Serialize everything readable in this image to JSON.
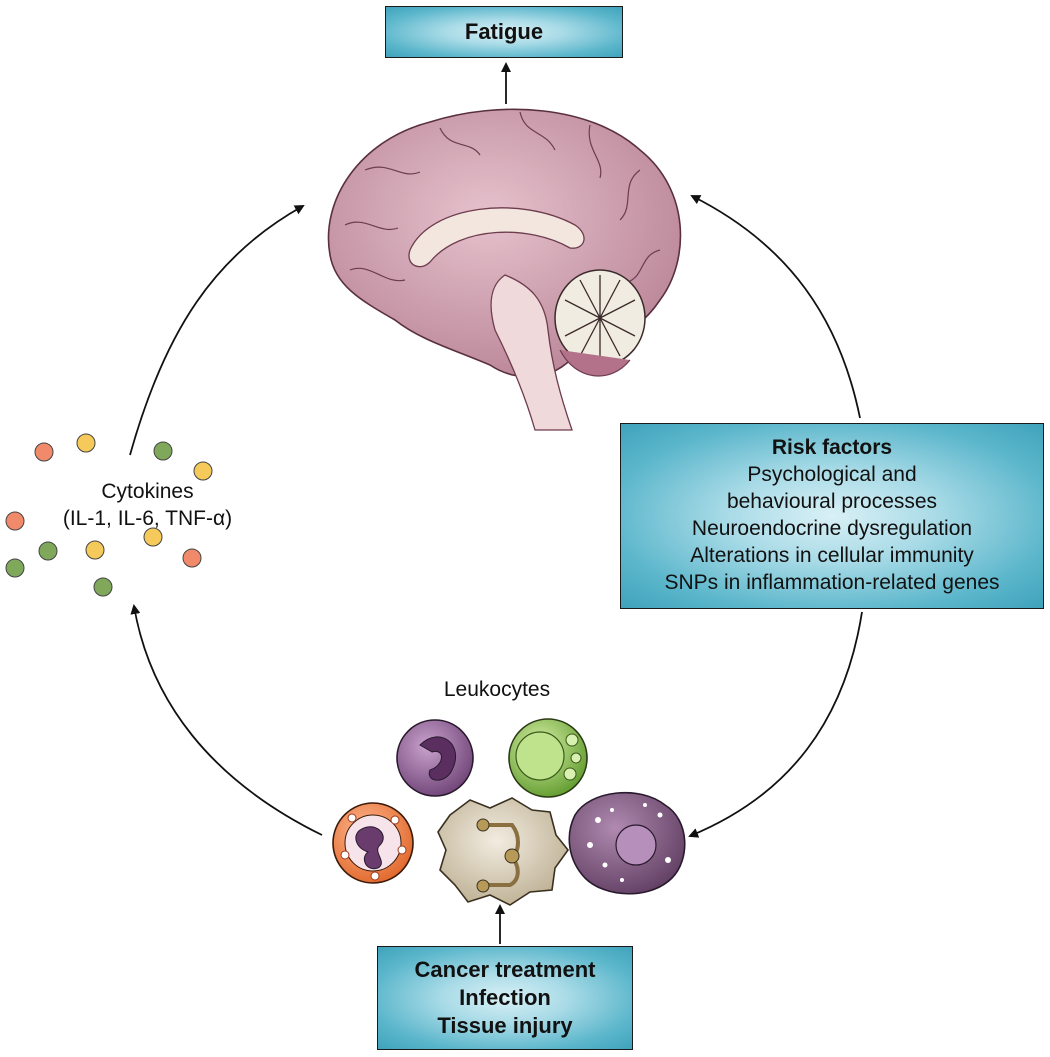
{
  "fatigue": {
    "label": "Fatigue"
  },
  "risk_factors": {
    "title": "Risk factors",
    "items": [
      "Psychological and",
      "behavioural processes",
      "Neuroendocrine dysregulation",
      "Alterations in cellular immunity",
      "SNPs in inflammation-related genes"
    ]
  },
  "cytokines": {
    "line1": "Cytokines",
    "line2": "(IL-1, IL-6, TNF-α)"
  },
  "leukocytes": {
    "label": "Leukocytes"
  },
  "causes": {
    "items": [
      "Cancer treatment",
      "Infection",
      "Tissue injury"
    ]
  },
  "colors": {
    "box_fill": "#5bb6cb",
    "brain": "#c99aab",
    "cytokine_orange": "#f08a6a",
    "cytokine_yellow": "#f5c95a",
    "cytokine_green": "#7fa85a",
    "cell_purple": "#7a4e82",
    "cell_green": "#7fb640",
    "cell_orange": "#ef7a3e",
    "cell_beige": "#d4c6a8",
    "cell_macrophage": "#7a5478"
  }
}
